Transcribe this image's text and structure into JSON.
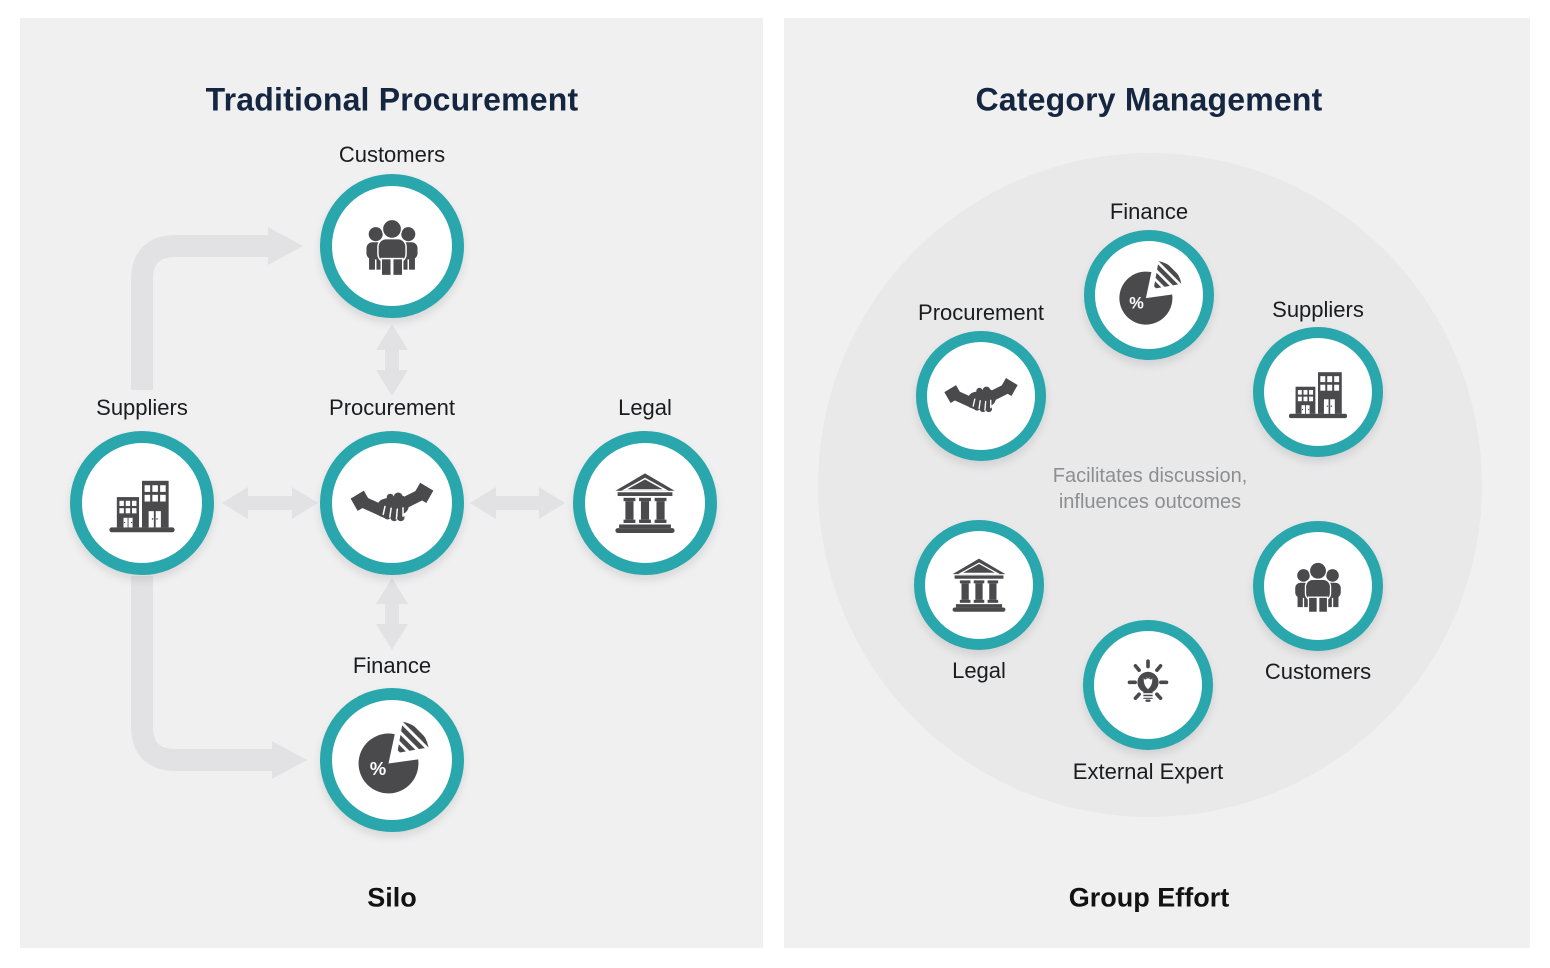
{
  "colors": {
    "accent_teal": "#2aa6ad",
    "panel_background": "#f0f0f1",
    "big_circle_background": "#e9e9ea",
    "arrow_gray": "#e2e2e4",
    "icon_gray": "#4a4a4d",
    "title_navy": "#152740",
    "label_dark": "#1b1c1e",
    "note_gray": "#8d8e91"
  },
  "icons": {
    "pie_percent": "%"
  },
  "left_panel": {
    "title": "Traditional Procurement",
    "caption": "Silo",
    "nodes": [
      {
        "label": "Customers",
        "icon": "people-icon"
      },
      {
        "label": "Suppliers",
        "icon": "buildings-icon"
      },
      {
        "label": "Procurement",
        "icon": "handshake-icon"
      },
      {
        "label": "Legal",
        "icon": "bank-icon"
      },
      {
        "label": "Finance",
        "icon": "pie-chart-icon"
      }
    ]
  },
  "right_panel": {
    "title": "Category Management",
    "caption": "Group Effort",
    "center_note": "Facilitates discussion,\ninfluences outcomes",
    "nodes": [
      {
        "label": "Finance",
        "icon": "pie-chart-icon"
      },
      {
        "label": "Procurement",
        "icon": "handshake-icon"
      },
      {
        "label": "Suppliers",
        "icon": "buildings-icon"
      },
      {
        "label": "Legal",
        "icon": "bank-icon"
      },
      {
        "label": "Customers",
        "icon": "people-icon"
      },
      {
        "label": "External Expert",
        "icon": "lightbulb-icon"
      }
    ]
  }
}
